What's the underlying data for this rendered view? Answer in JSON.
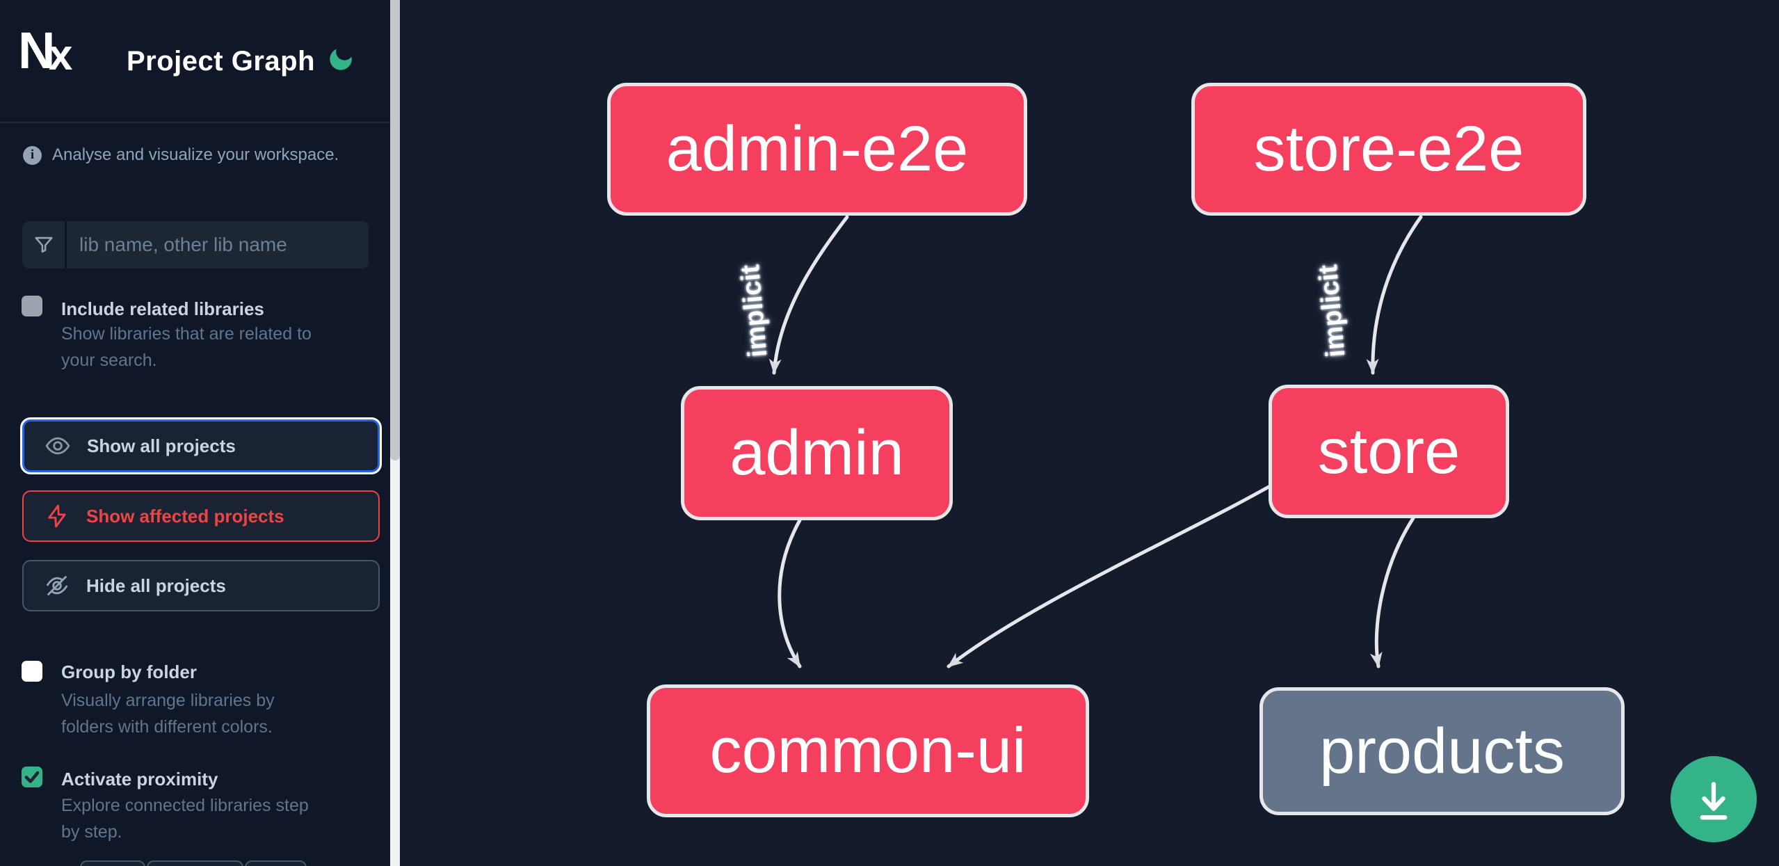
{
  "app": {
    "title": "Project Graph",
    "logo_text": "Nx",
    "tagline": "Analyse and visualize your workspace."
  },
  "theme": {
    "accent_green": "#34b389",
    "node_pink": "#f43f5e",
    "node_gray": "#64748b",
    "affected_red": "#ef4444",
    "focus_blue": "#2563eb",
    "edge_gray": "#e5e7eb",
    "sidebar_bg": "#0f1729",
    "canvas_bg": "#141b2b"
  },
  "sidebar": {
    "search": {
      "placeholder": "lib name, other lib name",
      "value": "",
      "icon": "filter-funnel-icon"
    },
    "options": [
      {
        "label": "Include related libraries",
        "desc_lines": [
          "Show libraries that are related to",
          "your search."
        ],
        "checked": false
      },
      {
        "label": "Group by folder",
        "desc_lines": [
          "Visually arrange libraries by",
          "folders with different colors."
        ],
        "checked": false
      },
      {
        "label": "Activate proximity",
        "desc_lines": [
          "Explore connected libraries step",
          "by step."
        ],
        "checked": true
      }
    ],
    "actions": [
      {
        "label": "Show all projects",
        "icon": "eye-icon",
        "state": "focused"
      },
      {
        "label": "Show affected projects",
        "icon": "bolt-icon",
        "state": "affected"
      },
      {
        "label": "Hide all projects",
        "icon": "eye-off-icon",
        "state": "default"
      }
    ]
  },
  "graph": {
    "nodes": [
      {
        "id": "admin-e2e",
        "label": "admin-e2e",
        "kind": "app-e2e",
        "color": "#f43f5e"
      },
      {
        "id": "store-e2e",
        "label": "store-e2e",
        "kind": "app-e2e",
        "color": "#f43f5e"
      },
      {
        "id": "admin",
        "label": "admin",
        "kind": "app",
        "color": "#f43f5e"
      },
      {
        "id": "store",
        "label": "store",
        "kind": "app",
        "color": "#f43f5e"
      },
      {
        "id": "common-ui",
        "label": "common-ui",
        "kind": "lib",
        "color": "#f43f5e"
      },
      {
        "id": "products",
        "label": "products",
        "kind": "lib",
        "color": "#64748b"
      }
    ],
    "edges": [
      {
        "source": "admin-e2e",
        "target": "admin",
        "label": "implicit"
      },
      {
        "source": "store-e2e",
        "target": "store",
        "label": "implicit"
      },
      {
        "source": "admin",
        "target": "common-ui",
        "label": ""
      },
      {
        "source": "store",
        "target": "common-ui",
        "label": ""
      },
      {
        "source": "store",
        "target": "products",
        "label": ""
      }
    ]
  },
  "fab": {
    "icon": "download-icon"
  }
}
